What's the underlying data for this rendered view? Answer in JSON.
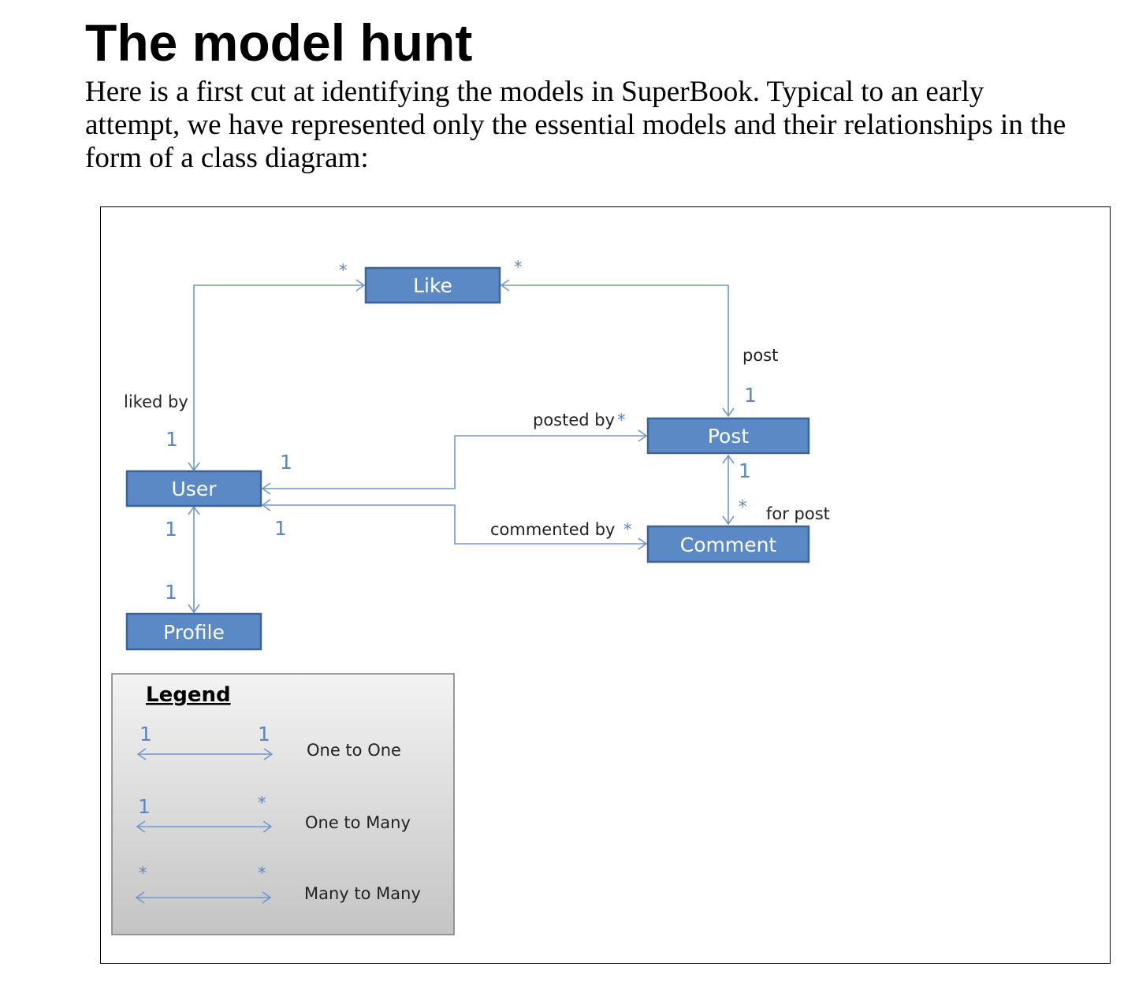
{
  "title": "The model hunt",
  "intro": "Here is a first cut at identifying the models in SuperBook. Typical to an early attempt, we have represented only the essential models and their relationships in the form of a class diagram:",
  "colors": {
    "box_fill": "#5b89c6",
    "box_border": "#3f6493",
    "line": "#6f98cc",
    "multiplicity": "#5b86c0"
  },
  "models": {
    "like": "Like",
    "post": "Post",
    "user": "User",
    "comment": "Comment",
    "profile": "Profile"
  },
  "relations": {
    "user_like": {
      "label": "liked by",
      "user_end": "1",
      "like_end": "*"
    },
    "like_post": {
      "label": "post",
      "like_end": "*",
      "post_end": "1"
    },
    "user_post": {
      "label": "posted by",
      "user_end": "1",
      "post_end": "*"
    },
    "user_comment": {
      "label": "commented by",
      "user_end": "1",
      "comment_end": "*"
    },
    "post_comment": {
      "label": "for post",
      "post_end": "1",
      "comment_end": "*"
    },
    "user_profile": {
      "user_end": "1",
      "profile_end": "1"
    }
  },
  "legend": {
    "title": "Legend",
    "items": [
      {
        "left": "1",
        "right": "1",
        "label": "One to One"
      },
      {
        "left": "1",
        "right": "*",
        "label": "One to Many"
      },
      {
        "left": "*",
        "right": "*",
        "label": "Many to Many"
      }
    ]
  }
}
